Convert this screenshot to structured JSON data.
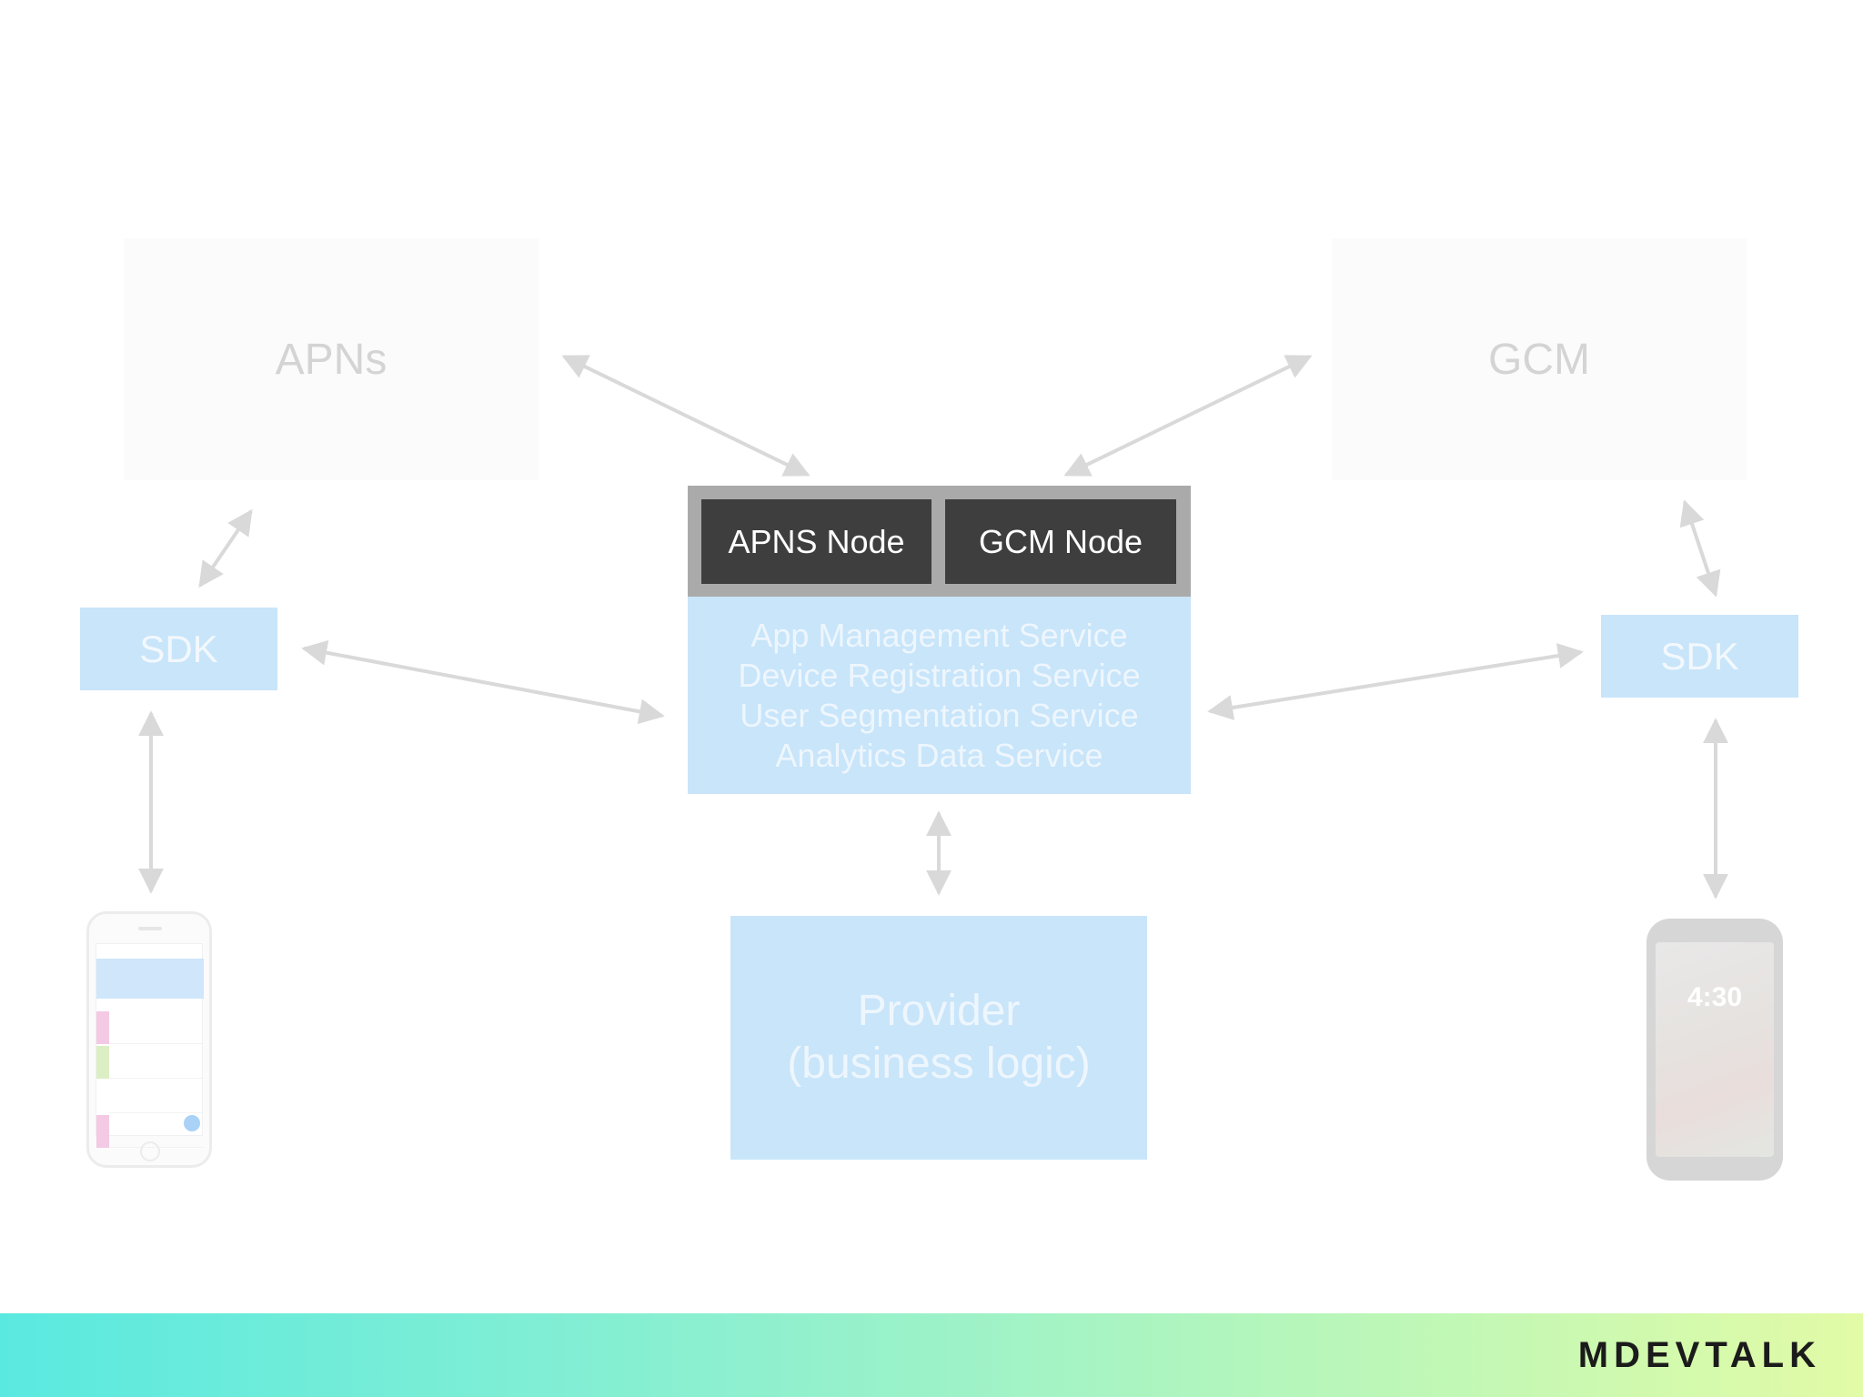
{
  "apns_label": "APNs",
  "gcm_label": "GCM",
  "nodes": {
    "apns_node": "APNS Node",
    "gcm_node": "GCM Node"
  },
  "services": [
    "App Management Service",
    "Device Registration Service",
    "User Segmentation Service",
    "Analytics Data Service"
  ],
  "sdk_left": "SDK",
  "sdk_right": "SDK",
  "provider": {
    "line1": "Provider",
    "line2": "(business logic)"
  },
  "android_time": "4:30",
  "brand": "MDEVTALK",
  "colors": {
    "service_blue": "#c8e5fa",
    "node_dark": "#3e3e3e",
    "node_frame": "#aaaaaa",
    "arrow_gray": "#d9d9d9",
    "footer_start": "#5ae9e0",
    "footer_end": "#e2fba6"
  }
}
